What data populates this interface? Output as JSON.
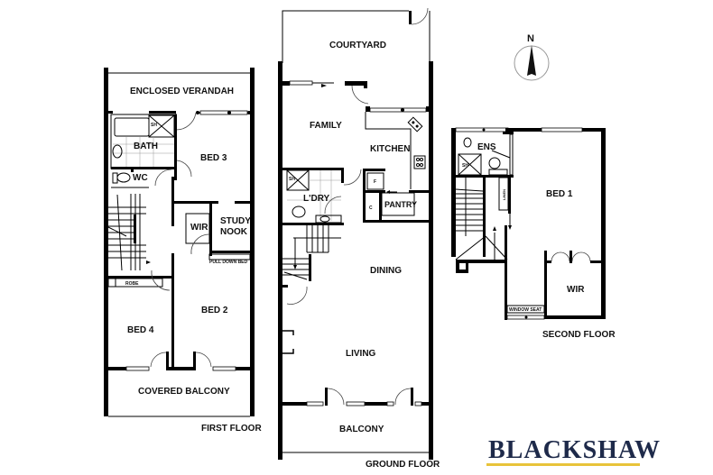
{
  "brand": {
    "name": "BLACKSHAW",
    "text_color": "#1e2a4a",
    "underline_color": "#e8c33a"
  },
  "compass": {
    "label": "N",
    "icon": "north-arrow-icon"
  },
  "first_floor": {
    "title": "FIRST FLOOR",
    "rooms": {
      "enclosed_verandah": "ENCLOSED VERANDAH",
      "bath": "BATH",
      "sh": "SH",
      "wc": "WC",
      "bed3": "BED 3",
      "wir": "WIR",
      "study_nook": "STUDY",
      "study_nook2": "NOOK",
      "pull_down_bed": "PULL DOWN BED",
      "robe": "ROBE",
      "bed4": "BED 4",
      "bed2": "BED 2",
      "covered_balcony": "COVERED BALCONY"
    }
  },
  "ground_floor": {
    "title": "GROUND FLOOR",
    "rooms": {
      "courtyard": "COURTYARD",
      "family": "FAMILY",
      "kitchen": "KITCHEN",
      "laundry": "L'DRY",
      "sh": "SH",
      "fridge": "F",
      "cupboard": "C",
      "pantry": "PANTRY",
      "dining": "DINING",
      "living": "LIVING",
      "balcony": "BALCONY"
    }
  },
  "second_floor": {
    "title": "SECOND FLOOR",
    "rooms": {
      "ens": "ENS",
      "sh": "SH",
      "linen": "LINEN",
      "bed1": "BED 1",
      "wir": "WIR",
      "window_seat": "WINDOW SEAT"
    }
  }
}
